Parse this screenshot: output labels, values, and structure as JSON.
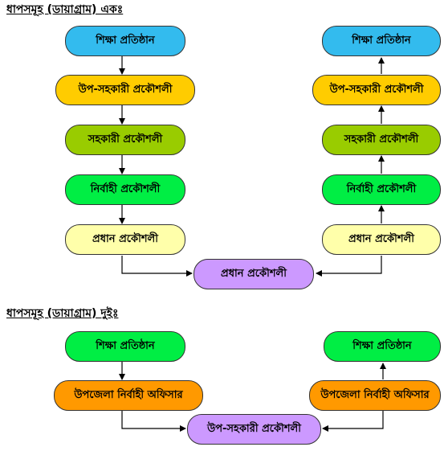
{
  "diagram1": {
    "heading": "ধাপসমূহ (ডায়াগ্রাম) একঃ",
    "left": [
      {
        "label": "শিক্ষা প্রতিষ্ঠান",
        "color": "#33bbee"
      },
      {
        "label": "উপ-সহকারী প্রকৌশলী",
        "color": "#ffcc00"
      },
      {
        "label": "সহকারী প্রকৌশলী",
        "color": "#99cc00"
      },
      {
        "label": "নির্বাহী প্রকৌশলী",
        "color": "#00ee44"
      },
      {
        "label": "প্রধান প্রকৌশলী",
        "color": "#ffffaa"
      }
    ],
    "right": [
      {
        "label": "শিক্ষা প্রতিষ্ঠান",
        "color": "#33bbee"
      },
      {
        "label": "উপ-সহকারী প্রকৌশলী",
        "color": "#ffcc00"
      },
      {
        "label": "সহকারী প্রকৌশলী",
        "color": "#99cc00"
      },
      {
        "label": "নির্বাহী প্রকৌশলী",
        "color": "#00ee44"
      },
      {
        "label": "প্রধান প্রকৌশলী",
        "color": "#ffffaa"
      }
    ],
    "center": {
      "label": "প্রধান প্রকৌশলী",
      "color": "#cc99ff"
    }
  },
  "diagram2": {
    "heading": "ধাপসমূহ (ডায়াগ্রাম) দুইঃ",
    "left": [
      {
        "label": "শিক্ষা প্রতিষ্ঠান",
        "color": "#00ee44"
      },
      {
        "label": "উপজেলা নির্বাহী অফিসার",
        "color": "#ff9900"
      }
    ],
    "right": [
      {
        "label": "শিক্ষা প্রতিষ্ঠান",
        "color": "#00ee44"
      },
      {
        "label": "উপজেলা নির্বাহী অফিসার",
        "color": "#ff9900"
      }
    ],
    "center": {
      "label": "উপ-সহকারী প্রকৌশলী",
      "color": "#cc99ff"
    }
  }
}
